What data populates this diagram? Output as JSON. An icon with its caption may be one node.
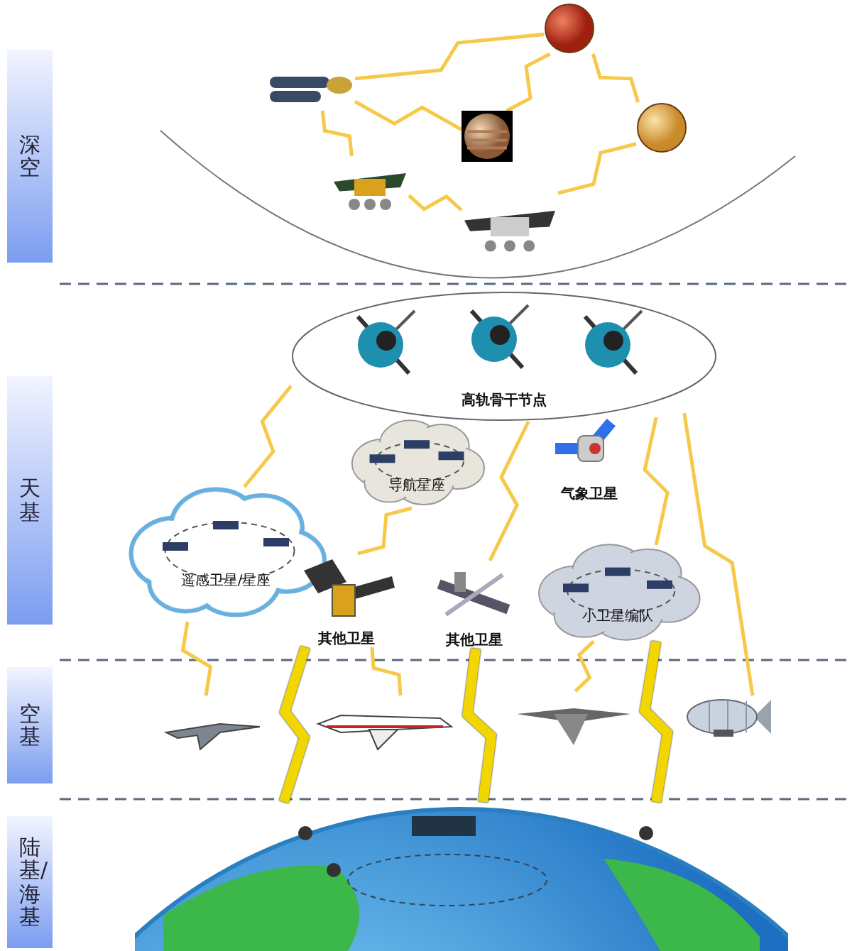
{
  "diagram": {
    "nodes": [
      {
        "text": [
          "深空"
        ]
      },
      {
        "text": [
          "天基"
        ]
      },
      {
        "text": [
          "空基"
        ]
      },
      {
        "text": [
          "陆基/海基"
        ]
      },
      {
        "text": [],
        "shape": "picture"
      },
      {
        "text": [],
        "shape": "picture"
      },
      {
        "text": [],
        "shape": "picture"
      },
      {
        "text": [],
        "shape": "picture"
      },
      {
        "text": [],
        "shape": "picture"
      },
      {
        "text": [],
        "shape": "picture"
      },
      {
        "text": [
          "高轨骨干节点"
        ]
      },
      {
        "text": [],
        "shape": "picture",
        "in": 10
      },
      {
        "text": [],
        "shape": "picture",
        "in": 10
      },
      {
        "text": [],
        "shape": "picture",
        "in": 10
      },
      {
        "text": [
          "遥感卫星/星座"
        ]
      },
      {
        "text": [
          "导航星座"
        ]
      },
      {
        "text": [
          "气象卫星"
        ]
      },
      {
        "text": [
          "其他卫星"
        ]
      },
      {
        "text": [
          "其他卫星"
        ]
      },
      {
        "text": [
          "小卫星编队"
        ]
      },
      {
        "text": [],
        "shape": "picture"
      },
      {
        "text": [],
        "shape": "picture"
      },
      {
        "text": [],
        "shape": "picture"
      },
      {
        "text": [],
        "shape": "picture"
      },
      {
        "text": [],
        "shape": "picture"
      }
    ],
    "edges": [
      {
        "from": 4,
        "to": 5,
        "arrow": "none"
      },
      {
        "from": 4,
        "to": 6,
        "arrow": "none"
      },
      {
        "from": 4,
        "to": 8,
        "arrow": "none"
      },
      {
        "from": 6,
        "to": 5,
        "arrow": "none"
      },
      {
        "from": 5,
        "to": 7,
        "arrow": "none"
      },
      {
        "from": 7,
        "to": 9,
        "arrow": "none"
      },
      {
        "from": 8,
        "to": 9,
        "arrow": "none"
      },
      {
        "from": 10,
        "to": 14,
        "arrow": "none"
      },
      {
        "from": 10,
        "to": 18,
        "arrow": "none"
      },
      {
        "from": 10,
        "to": 19,
        "arrow": "none"
      },
      {
        "from": 10,
        "to": 23,
        "arrow": "none"
      },
      {
        "from": 15,
        "to": 17,
        "arrow": "none"
      },
      {
        "from": 14,
        "to": 20,
        "arrow": "none"
      },
      {
        "from": 17,
        "to": 21,
        "arrow": "none"
      },
      {
        "from": 19,
        "to": 22,
        "arrow": "none"
      },
      {
        "from": 17,
        "to": 24,
        "arrow": "none",
        "style": "thick"
      },
      {
        "from": 18,
        "to": 24,
        "arrow": "none",
        "style": "thick"
      },
      {
        "from": 19,
        "to": 24,
        "arrow": "none",
        "style": "thick"
      }
    ]
  }
}
